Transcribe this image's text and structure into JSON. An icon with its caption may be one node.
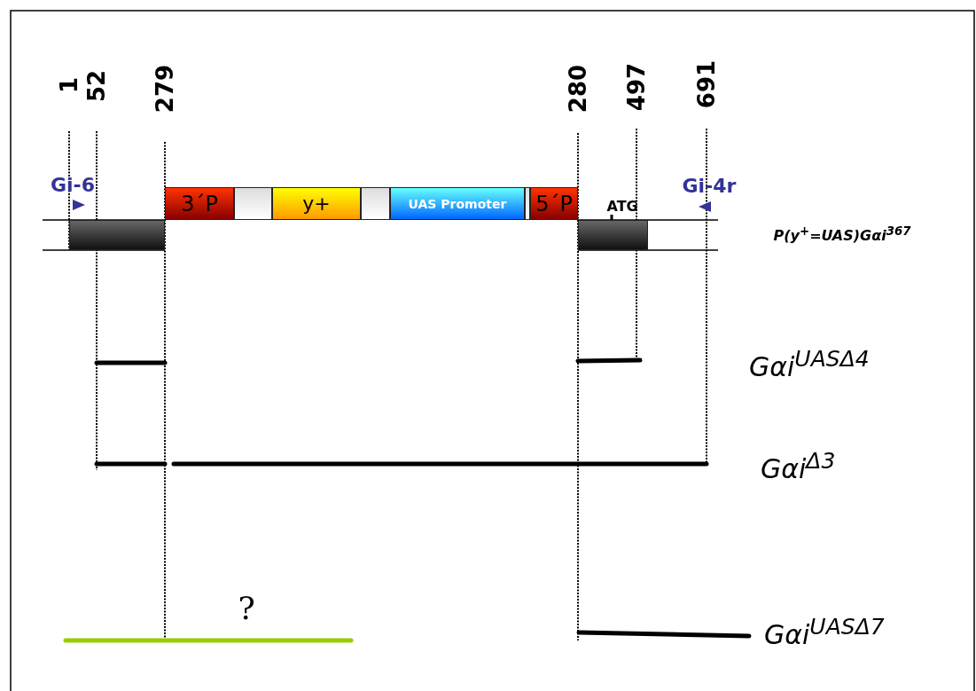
{
  "diagram": {
    "nodes": [
      {
        "text": [],
        "shape": "bar"
      },
      {
        "text": [
          "3´P"
        ]
      },
      {
        "text": [],
        "shape": "box"
      },
      {
        "text": [
          "y+"
        ]
      },
      {
        "text": [],
        "shape": "box"
      },
      {
        "text": [
          "UAS Promoter"
        ]
      },
      {
        "text": [],
        "shape": "box"
      },
      {
        "text": [
          "5´P"
        ]
      },
      {
        "text": [],
        "shape": "bar"
      }
    ],
    "labels": [
      "1",
      "52",
      "279",
      "280",
      "497",
      "691",
      "Gi-6",
      "Gi-4r",
      "ATG",
      "P(y$^{+}$=UAS)Gαi$^{367}$",
      "Gαi$^{UASΔ4}$",
      "Gαi$^{Δ3}$",
      "?",
      "Gαi$^{UASΔ7}$"
    ]
  }
}
